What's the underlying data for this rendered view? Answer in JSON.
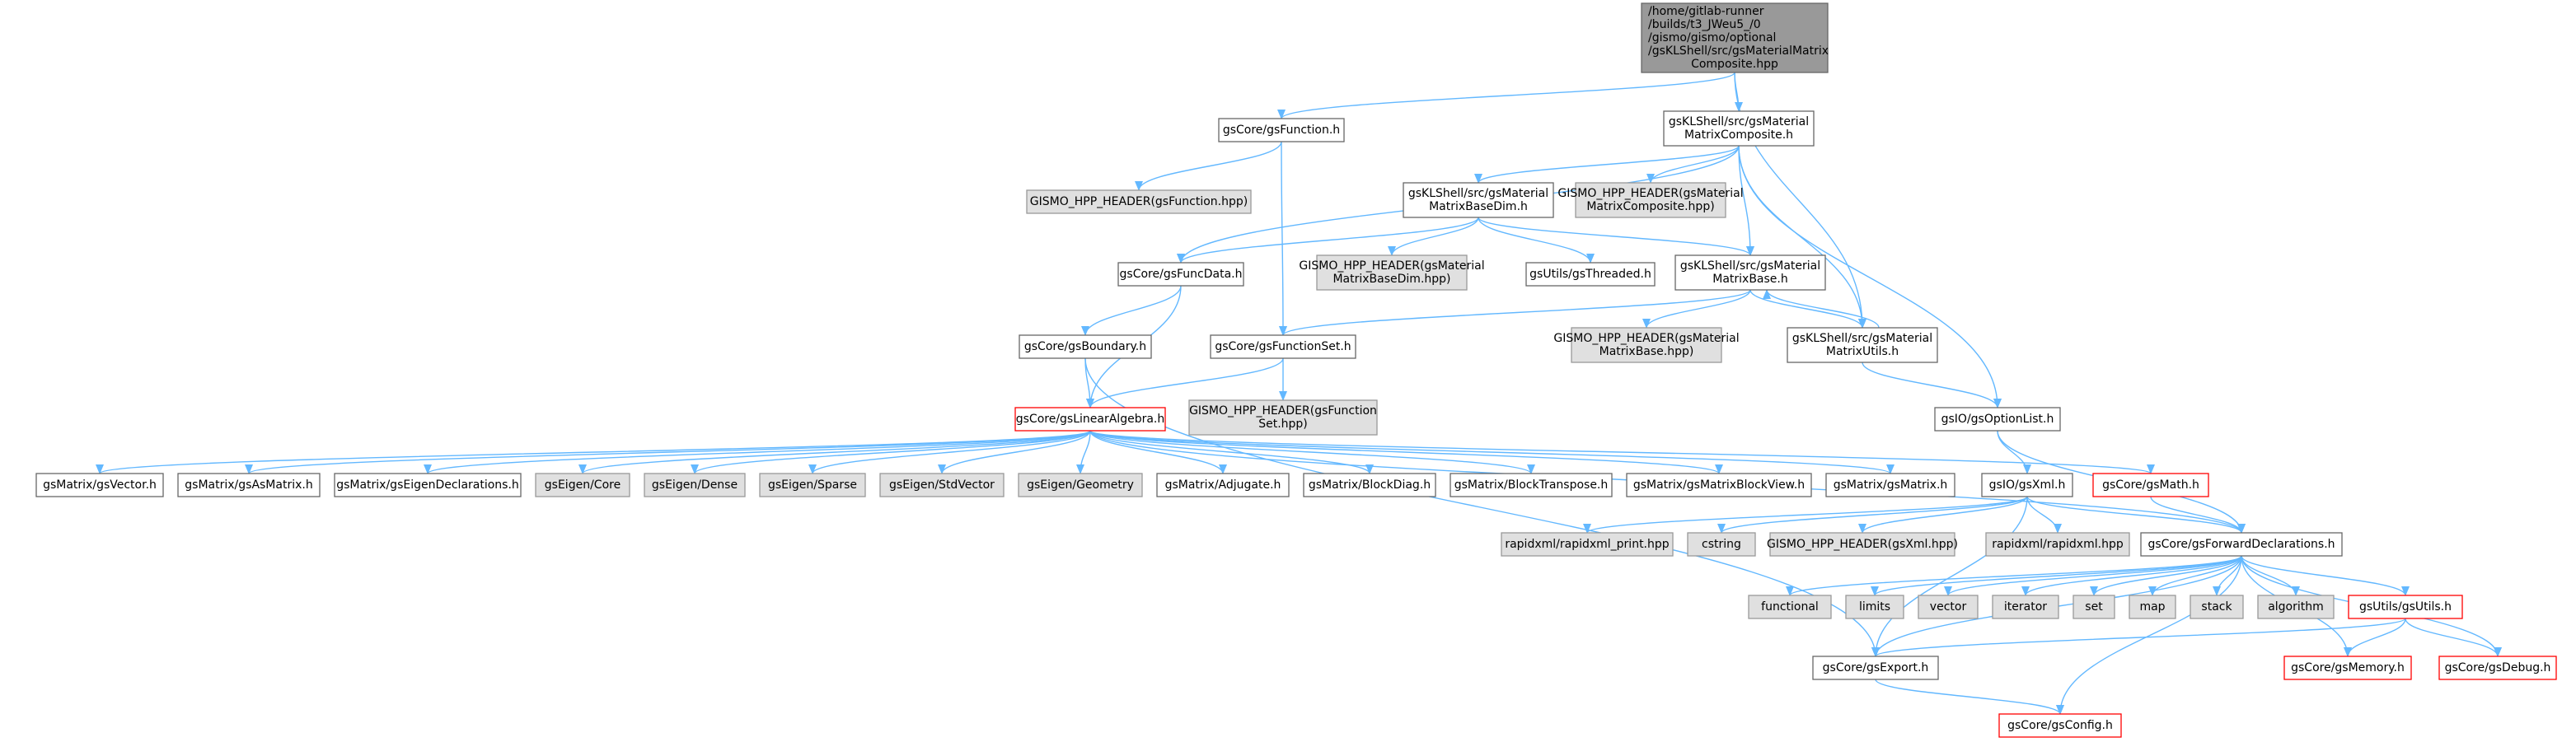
{
  "diagram": {
    "type": "include-dependency-graph",
    "colors": {
      "edge": "#63b8ff",
      "node_border": "#666666",
      "node_fill": "#ffffff",
      "root_fill": "#999999",
      "external_fill": "#e0e0e0",
      "external_border": "#999999",
      "truncated_border": "#ff0000"
    },
    "nodes": [
      {
        "id": "root",
        "lines": [
          "/home/gitlab-runner",
          "/builds/t3_JWeu5_/0",
          "/gismo/gismo/optional",
          "/gsKLShell/src/gsMaterialMatrix",
          "Composite.hpp"
        ],
        "kind": "root"
      },
      {
        "id": "gsFunction_h",
        "lines": [
          "gsCore/gsFunction.h"
        ],
        "kind": "normal"
      },
      {
        "id": "mmComposite_h",
        "lines": [
          "gsKLShell/src/gsMaterial",
          "MatrixComposite.h"
        ],
        "kind": "normal"
      },
      {
        "id": "hpp_gsFunction",
        "lines": [
          "GISMO_HPP_HEADER(gsFunction.hpp)"
        ],
        "kind": "external"
      },
      {
        "id": "mmBaseDim_h",
        "lines": [
          "gsKLShell/src/gsMaterial",
          "MatrixBaseDim.h"
        ],
        "kind": "normal"
      },
      {
        "id": "hpp_mmComposite",
        "lines": [
          "GISMO_HPP_HEADER(gsMaterial",
          "MatrixComposite.hpp)"
        ],
        "kind": "external"
      },
      {
        "id": "gsFuncData_h",
        "lines": [
          "gsCore/gsFuncData.h"
        ],
        "kind": "normal"
      },
      {
        "id": "hpp_mmBaseDim",
        "lines": [
          "GISMO_HPP_HEADER(gsMaterial",
          "MatrixBaseDim.hpp)"
        ],
        "kind": "external"
      },
      {
        "id": "gsThreaded_h",
        "lines": [
          "gsUtils/gsThreaded.h"
        ],
        "kind": "normal"
      },
      {
        "id": "mmBase_h",
        "lines": [
          "gsKLShell/src/gsMaterial",
          "MatrixBase.h"
        ],
        "kind": "normal"
      },
      {
        "id": "gsBoundary_h",
        "lines": [
          "gsCore/gsBoundary.h"
        ],
        "kind": "normal"
      },
      {
        "id": "gsFunctionSet_h",
        "lines": [
          "gsCore/gsFunctionSet.h"
        ],
        "kind": "normal"
      },
      {
        "id": "hpp_mmBase",
        "lines": [
          "GISMO_HPP_HEADER(gsMaterial",
          "MatrixBase.hpp)"
        ],
        "kind": "external"
      },
      {
        "id": "mmUtils_h",
        "lines": [
          "gsKLShell/src/gsMaterial",
          "MatrixUtils.h"
        ],
        "kind": "normal"
      },
      {
        "id": "hpp_gsFunctionSet",
        "lines": [
          "GISMO_HPP_HEADER(gsFunction",
          "Set.hpp)"
        ],
        "kind": "external"
      },
      {
        "id": "gsLinearAlgebra_h",
        "lines": [
          "gsCore/gsLinearAlgebra.h"
        ],
        "kind": "truncated"
      },
      {
        "id": "gsOptionList_h",
        "lines": [
          "gsIO/gsOptionList.h"
        ],
        "kind": "normal"
      },
      {
        "id": "gsVector_h",
        "lines": [
          "gsMatrix/gsVector.h"
        ],
        "kind": "normal"
      },
      {
        "id": "gsAsMatrix_h",
        "lines": [
          "gsMatrix/gsAsMatrix.h"
        ],
        "kind": "normal"
      },
      {
        "id": "gsEigenDecl_h",
        "lines": [
          "gsMatrix/gsEigenDeclarations.h"
        ],
        "kind": "normal"
      },
      {
        "id": "eigen_Core",
        "lines": [
          "gsEigen/Core"
        ],
        "kind": "external"
      },
      {
        "id": "eigen_Dense",
        "lines": [
          "gsEigen/Dense"
        ],
        "kind": "external"
      },
      {
        "id": "eigen_Sparse",
        "lines": [
          "gsEigen/Sparse"
        ],
        "kind": "external"
      },
      {
        "id": "eigen_StdVector",
        "lines": [
          "gsEigen/StdVector"
        ],
        "kind": "external"
      },
      {
        "id": "eigen_Geometry",
        "lines": [
          "gsEigen/Geometry"
        ],
        "kind": "external"
      },
      {
        "id": "adjugate_h",
        "lines": [
          "gsMatrix/Adjugate.h"
        ],
        "kind": "normal"
      },
      {
        "id": "blockDiag_h",
        "lines": [
          "gsMatrix/BlockDiag.h"
        ],
        "kind": "normal"
      },
      {
        "id": "blockTranspose_h",
        "lines": [
          "gsMatrix/BlockTranspose.h"
        ],
        "kind": "normal"
      },
      {
        "id": "matrixBlockView_h",
        "lines": [
          "gsMatrix/gsMatrixBlockView.h"
        ],
        "kind": "normal"
      },
      {
        "id": "gsMatrix_h",
        "lines": [
          "gsMatrix/gsMatrix.h"
        ],
        "kind": "normal"
      },
      {
        "id": "gsXml_h",
        "lines": [
          "gsIO/gsXml.h"
        ],
        "kind": "normal"
      },
      {
        "id": "gsMath_h",
        "lines": [
          "gsCore/gsMath.h"
        ],
        "kind": "truncated"
      },
      {
        "id": "rapidxml_print",
        "lines": [
          "rapidxml/rapidxml_print.hpp"
        ],
        "kind": "external"
      },
      {
        "id": "cstring",
        "lines": [
          "cstring"
        ],
        "kind": "external"
      },
      {
        "id": "hpp_gsXml",
        "lines": [
          "GISMO_HPP_HEADER(gsXml.hpp)"
        ],
        "kind": "external"
      },
      {
        "id": "rapidxml_hpp",
        "lines": [
          "rapidxml/rapidxml.hpp"
        ],
        "kind": "external"
      },
      {
        "id": "gsFwdDecl_h",
        "lines": [
          "gsCore/gsForwardDeclarations.h"
        ],
        "kind": "normal"
      },
      {
        "id": "functional",
        "lines": [
          "functional"
        ],
        "kind": "external"
      },
      {
        "id": "limits",
        "lines": [
          "limits"
        ],
        "kind": "external"
      },
      {
        "id": "vector",
        "lines": [
          "vector"
        ],
        "kind": "external"
      },
      {
        "id": "iterator",
        "lines": [
          "iterator"
        ],
        "kind": "external"
      },
      {
        "id": "set",
        "lines": [
          "set"
        ],
        "kind": "external"
      },
      {
        "id": "map",
        "lines": [
          "map"
        ],
        "kind": "external"
      },
      {
        "id": "stack",
        "lines": [
          "stack"
        ],
        "kind": "external"
      },
      {
        "id": "algorithm",
        "lines": [
          "algorithm"
        ],
        "kind": "external"
      },
      {
        "id": "gsUtils_h",
        "lines": [
          "gsUtils/gsUtils.h"
        ],
        "kind": "truncated"
      },
      {
        "id": "gsExport_h",
        "lines": [
          "gsCore/gsExport.h"
        ],
        "kind": "normal"
      },
      {
        "id": "gsMemory_h",
        "lines": [
          "gsCore/gsMemory.h"
        ],
        "kind": "truncated"
      },
      {
        "id": "gsDebug_h",
        "lines": [
          "gsCore/gsDebug.h"
        ],
        "kind": "truncated"
      },
      {
        "id": "gsConfig_h",
        "lines": [
          "gsCore/gsConfig.h"
        ],
        "kind": "truncated"
      }
    ],
    "edges": [
      [
        "root",
        "gsFunction_h"
      ],
      [
        "root",
        "mmComposite_h"
      ],
      [
        "root",
        "mmUtils_h"
      ],
      [
        "gsFunction_h",
        "hpp_gsFunction"
      ],
      [
        "gsFunction_h",
        "gsFunctionSet_h"
      ],
      [
        "mmComposite_h",
        "mmBaseDim_h"
      ],
      [
        "mmComposite_h",
        "hpp_mmComposite"
      ],
      [
        "mmComposite_h",
        "gsFuncData_h"
      ],
      [
        "mmComposite_h",
        "mmBase_h"
      ],
      [
        "mmComposite_h",
        "mmUtils_h"
      ],
      [
        "mmComposite_h",
        "gsOptionList_h"
      ],
      [
        "mmBaseDim_h",
        "gsFuncData_h"
      ],
      [
        "mmBaseDim_h",
        "hpp_mmBaseDim"
      ],
      [
        "mmBaseDim_h",
        "gsThreaded_h"
      ],
      [
        "mmBaseDim_h",
        "mmBase_h"
      ],
      [
        "gsFuncData_h",
        "gsBoundary_h"
      ],
      [
        "gsFuncData_h",
        "gsLinearAlgebra_h"
      ],
      [
        "mmBase_h",
        "gsFunctionSet_h"
      ],
      [
        "mmBase_h",
        "hpp_mmBase"
      ],
      [
        "mmBase_h",
        "mmUtils_h"
      ],
      [
        "mmUtils_h",
        "mmBase_h"
      ],
      [
        "mmUtils_h",
        "gsOptionList_h"
      ],
      [
        "gsBoundary_h",
        "gsLinearAlgebra_h"
      ],
      [
        "gsBoundary_h",
        "gsExport_h"
      ],
      [
        "gsFunctionSet_h",
        "hpp_gsFunctionSet"
      ],
      [
        "gsFunctionSet_h",
        "gsLinearAlgebra_h"
      ],
      [
        "gsLinearAlgebra_h",
        "gsVector_h"
      ],
      [
        "gsLinearAlgebra_h",
        "gsAsMatrix_h"
      ],
      [
        "gsLinearAlgebra_h",
        "gsEigenDecl_h"
      ],
      [
        "gsLinearAlgebra_h",
        "eigen_Core"
      ],
      [
        "gsLinearAlgebra_h",
        "eigen_Dense"
      ],
      [
        "gsLinearAlgebra_h",
        "eigen_Sparse"
      ],
      [
        "gsLinearAlgebra_h",
        "eigen_StdVector"
      ],
      [
        "gsLinearAlgebra_h",
        "eigen_Geometry"
      ],
      [
        "gsLinearAlgebra_h",
        "adjugate_h"
      ],
      [
        "gsLinearAlgebra_h",
        "blockDiag_h"
      ],
      [
        "gsLinearAlgebra_h",
        "blockTranspose_h"
      ],
      [
        "gsLinearAlgebra_h",
        "matrixBlockView_h"
      ],
      [
        "gsLinearAlgebra_h",
        "gsMatrix_h"
      ],
      [
        "gsLinearAlgebra_h",
        "gsMath_h"
      ],
      [
        "gsLinearAlgebra_h",
        "gsFwdDecl_h"
      ],
      [
        "gsOptionList_h",
        "gsXml_h"
      ],
      [
        "gsOptionList_h",
        "gsFwdDecl_h"
      ],
      [
        "gsXml_h",
        "rapidxml_print"
      ],
      [
        "gsXml_h",
        "cstring"
      ],
      [
        "gsXml_h",
        "hpp_gsXml"
      ],
      [
        "gsXml_h",
        "rapidxml_hpp"
      ],
      [
        "gsXml_h",
        "gsFwdDecl_h"
      ],
      [
        "gsXml_h",
        "gsExport_h"
      ],
      [
        "gsMath_h",
        "gsFwdDecl_h"
      ],
      [
        "gsFwdDecl_h",
        "functional"
      ],
      [
        "gsFwdDecl_h",
        "limits"
      ],
      [
        "gsFwdDecl_h",
        "vector"
      ],
      [
        "gsFwdDecl_h",
        "iterator"
      ],
      [
        "gsFwdDecl_h",
        "set"
      ],
      [
        "gsFwdDecl_h",
        "map"
      ],
      [
        "gsFwdDecl_h",
        "stack"
      ],
      [
        "gsFwdDecl_h",
        "algorithm"
      ],
      [
        "gsFwdDecl_h",
        "gsUtils_h"
      ],
      [
        "gsFwdDecl_h",
        "gsExport_h"
      ],
      [
        "gsFwdDecl_h",
        "gsMemory_h"
      ],
      [
        "gsFwdDecl_h",
        "gsDebug_h"
      ],
      [
        "gsFwdDecl_h",
        "gsConfig_h"
      ],
      [
        "gsUtils_h",
        "gsExport_h"
      ],
      [
        "gsUtils_h",
        "gsMemory_h"
      ],
      [
        "gsUtils_h",
        "gsDebug_h"
      ],
      [
        "gsExport_h",
        "gsConfig_h"
      ]
    ]
  }
}
